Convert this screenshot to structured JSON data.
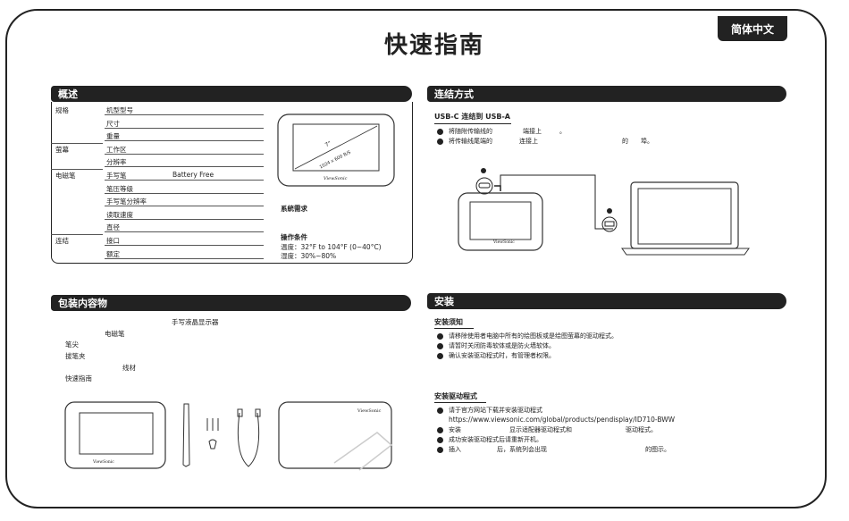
{
  "header": {
    "lang": "简体中文",
    "title": "快速指南"
  },
  "overview": {
    "bar": "概述",
    "rows": [
      {
        "cat": "规格",
        "item": "机型型号",
        "value": ""
      },
      {
        "cat": "",
        "item": "尺寸",
        "value": ""
      },
      {
        "cat": "",
        "item": "重量",
        "value": ""
      },
      {
        "cat": "萤幕",
        "item": "工作区",
        "value": ""
      },
      {
        "cat": "",
        "item": "分辨率",
        "value": ""
      },
      {
        "cat": "电磁笔",
        "item": "手写笔",
        "value": "Battery Free"
      },
      {
        "cat": "",
        "item": "笔压等级",
        "value": ""
      },
      {
        "cat": "",
        "item": "手写笔分辨率",
        "value": ""
      },
      {
        "cat": "",
        "item": "读取速度",
        "value": ""
      },
      {
        "cat": "",
        "item": "直径",
        "value": ""
      },
      {
        "cat": "连结",
        "item": "接口",
        "value": ""
      },
      {
        "cat": "",
        "item": "额定",
        "value": ""
      }
    ],
    "diag_inch": "7\"",
    "diag_res": "1024 x 600 B/S",
    "brand": "ViewSonic",
    "sysreq": "系統需求",
    "opcond": "操作条件",
    "temp": "温度：32°F to 104°F (0~40°C)",
    "humid": "湿度：30%~80%"
  },
  "connect": {
    "bar": "连结方式",
    "sub": "USB-C 连结到 USB-A",
    "b1a": "将随附传输线的",
    "b1b": "端接上",
    "b1c": "。",
    "b2a": "将传输线尾端的",
    "b2b": "连接上",
    "b2c": "的",
    "b2d": "埠。",
    "brand": "ViewSonic"
  },
  "package": {
    "bar": "包装内容物",
    "items": [
      "手写液晶显示器",
      "电磁笔",
      "笔尖",
      "拔笔夹",
      "线材",
      "快速指南"
    ],
    "brand": "ViewSonic"
  },
  "install": {
    "bar": "安装",
    "sub1": "安装须知",
    "n1": "请移除使用者电脑中所有的绘图板或是绘图萤幕的驱动程式。",
    "n2": "请暂时关闭防毒软体或是防火墙软体。",
    "n3": "确认安装驱动程式时，有管理者权限。",
    "sub2": "安装驱动程式",
    "d1": "请于官方网站下载并安装驱动程式",
    "url": "https://www.viewsonic.com/global/products/pendisplay/ID710-BWW",
    "d3a": "安装",
    "d3b": "显示适配器驱动程式和",
    "d3c": "驱动程式。",
    "d4": "成功安装驱动程式后请重新开机。",
    "d5a": "插入",
    "d5b": "后，系统列会出现",
    "d5c": "的图示。"
  }
}
